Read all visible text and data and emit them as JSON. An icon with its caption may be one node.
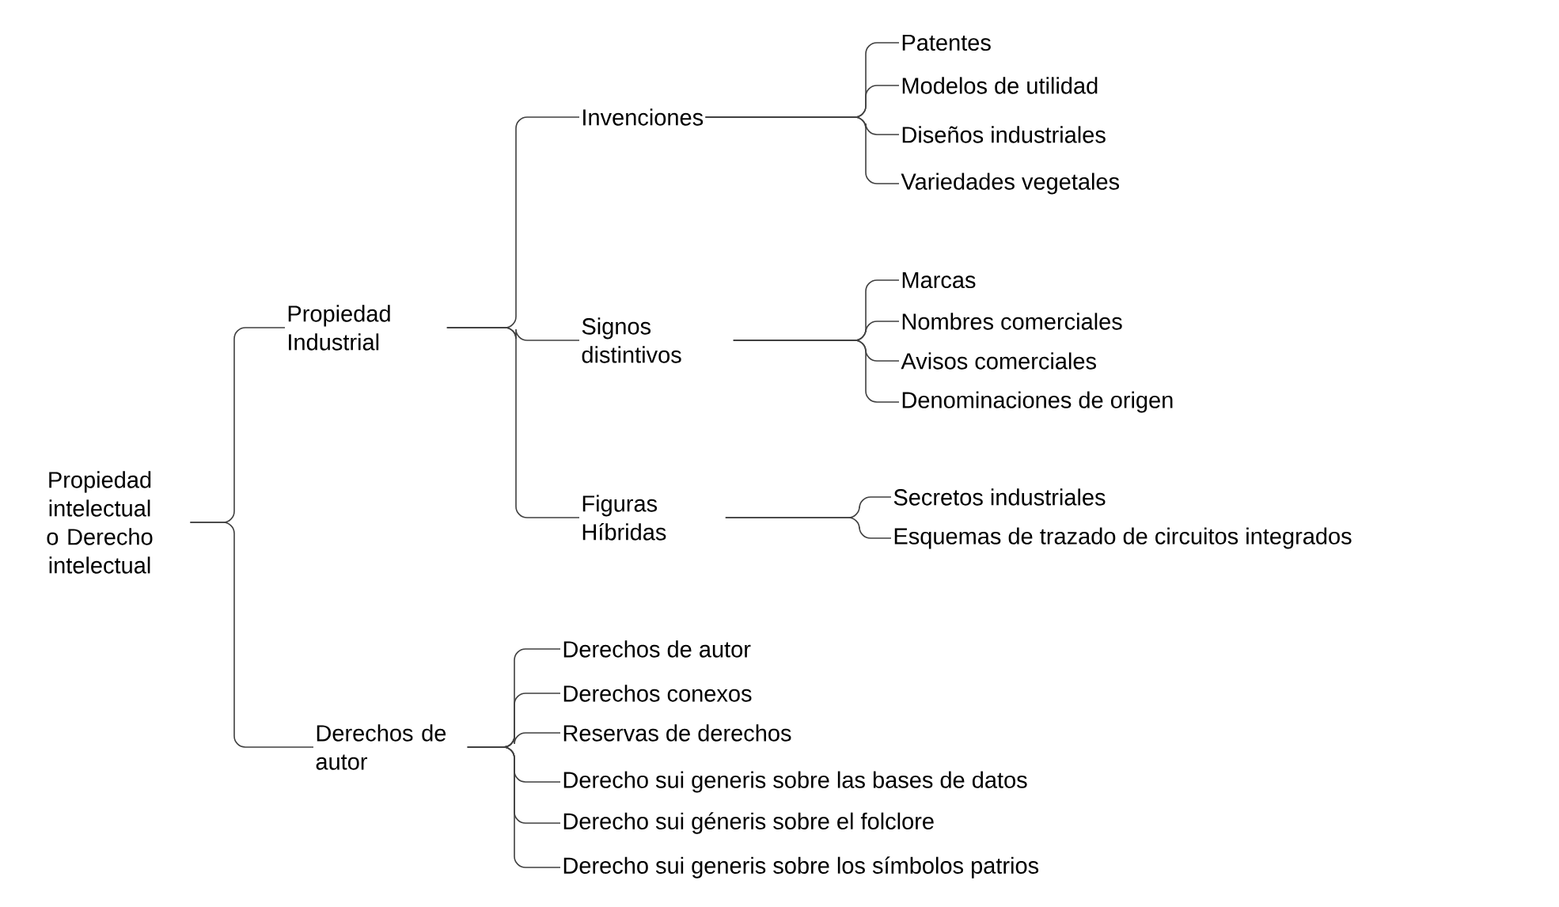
{
  "diagram": {
    "nodes": [
      {
        "text": [
          "Propiedad intelectual o Derecho intelectual"
        ]
      },
      {
        "text": [
          "Propiedad Industrial"
        ]
      },
      {
        "text": [
          "Invenciones"
        ]
      },
      {
        "text": [
          "Patentes"
        ]
      },
      {
        "text": [
          "Modelos de utilidad"
        ]
      },
      {
        "text": [
          "Diseños industriales"
        ]
      },
      {
        "text": [
          "Variedades vegetales"
        ]
      },
      {
        "text": [
          "Signos distintivos"
        ]
      },
      {
        "text": [
          "Marcas"
        ]
      },
      {
        "text": [
          "Nombres comerciales"
        ]
      },
      {
        "text": [
          "Avisos comerciales"
        ]
      },
      {
        "text": [
          "Denominaciones de origen"
        ]
      },
      {
        "text": [
          "Figuras Híbridas"
        ]
      },
      {
        "text": [
          "Secretos industriales"
        ]
      },
      {
        "text": [
          "Esquemas de trazado de circuitos integrados"
        ]
      },
      {
        "text": [
          "Derechos de autor"
        ]
      },
      {
        "text": [
          "Derechos de autor"
        ]
      },
      {
        "text": [
          "Derechos conexos"
        ]
      },
      {
        "text": [
          "Reservas de derechos"
        ]
      },
      {
        "text": [
          "Derecho sui generis sobre las bases de datos"
        ]
      },
      {
        "text": [
          "Derecho sui géneris sobre el folclore"
        ]
      },
      {
        "text": [
          "Derecho sui generis sobre los símbolos patrios"
        ]
      }
    ],
    "edges": [
      {
        "from": 0,
        "to": 1,
        "arrow": "none"
      },
      {
        "from": 0,
        "to": 15,
        "arrow": "none"
      },
      {
        "from": 1,
        "to": 2,
        "arrow": "none"
      },
      {
        "from": 1,
        "to": 7,
        "arrow": "none"
      },
      {
        "from": 1,
        "to": 12,
        "arrow": "none"
      },
      {
        "from": 2,
        "to": 3,
        "arrow": "none"
      },
      {
        "from": 2,
        "to": 4,
        "arrow": "none"
      },
      {
        "from": 2,
        "to": 5,
        "arrow": "none"
      },
      {
        "from": 2,
        "to": 6,
        "arrow": "none"
      },
      {
        "from": 7,
        "to": 8,
        "arrow": "none"
      },
      {
        "from": 7,
        "to": 9,
        "arrow": "none"
      },
      {
        "from": 7,
        "to": 10,
        "arrow": "none"
      },
      {
        "from": 7,
        "to": 11,
        "arrow": "none"
      },
      {
        "from": 12,
        "to": 13,
        "arrow": "none"
      },
      {
        "from": 12,
        "to": 14,
        "arrow": "none"
      },
      {
        "from": 15,
        "to": 16,
        "arrow": "none"
      },
      {
        "from": 15,
        "to": 17,
        "arrow": "none"
      },
      {
        "from": 15,
        "to": 18,
        "arrow": "none"
      },
      {
        "from": 15,
        "to": 19,
        "arrow": "none"
      },
      {
        "from": 15,
        "to": 20,
        "arrow": "none"
      },
      {
        "from": 15,
        "to": 21,
        "arrow": "none"
      }
    ]
  }
}
